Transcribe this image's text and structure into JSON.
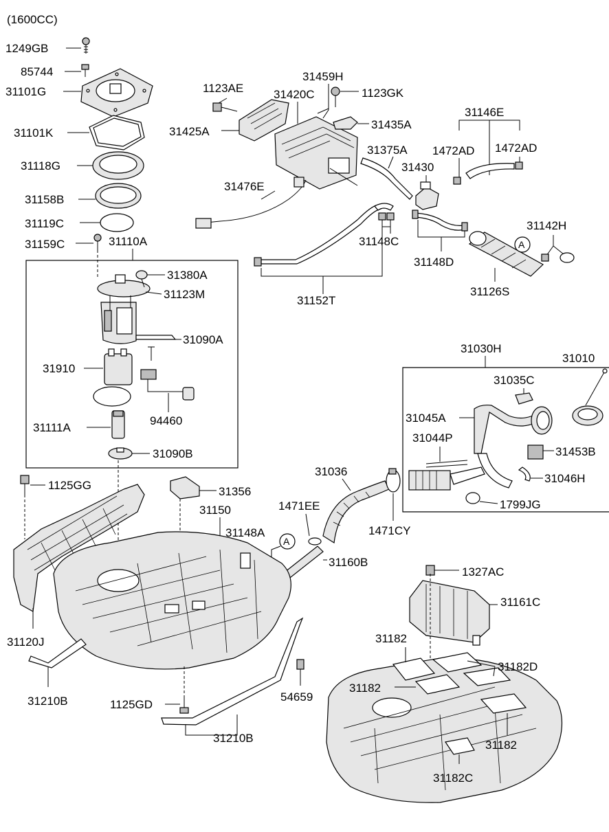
{
  "header": {
    "engine": "(1600CC)"
  },
  "labels": {
    "p1249GB": "1249GB",
    "p85744": "85744",
    "p31101G": "31101G",
    "p31101K": "31101K",
    "p31118G": "31118G",
    "p31158B": "31158B",
    "p31119C": "31119C",
    "p31159C": "31159C",
    "p31110A": "31110A",
    "p31380A": "31380A",
    "p31123M": "31123M",
    "p31090A": "31090A",
    "p31910": "31910",
    "p94460": "94460",
    "p31111A": "31111A",
    "p31090B": "31090B",
    "p1123AE": "1123AE",
    "p31420C": "31420C",
    "p31459H": "31459H",
    "p1123GK": "1123GK",
    "p31425A": "31425A",
    "p31435A": "31435A",
    "p31146E": "31146E",
    "p31375A": "31375A",
    "p31430": "31430",
    "p1472AD_a": "1472AD",
    "p1472AD_b": "1472AD",
    "p31476E": "31476E",
    "p31148C": "31148C",
    "p31142H": "31142H",
    "p31148D": "31148D",
    "p31126S": "31126S",
    "p31152T": "31152T",
    "calloutA1": "A",
    "calloutA2": "A",
    "p31030H": "31030H",
    "p31010": "31010",
    "p31035C": "31035C",
    "p31045A": "31045A",
    "p31044P": "31044P",
    "p31453B": "31453B",
    "p31046H": "31046H",
    "p1799JG": "1799JG",
    "p31036": "31036",
    "p1125GG": "1125GG",
    "p31356": "31356",
    "p31150": "31150",
    "p1471EE": "1471EE",
    "p1471CY": "1471CY",
    "p31148A": "31148A",
    "p31160B": "31160B",
    "p31120J": "31120J",
    "p31210B_a": "31210B",
    "p1125GD": "1125GD",
    "p54659": "54659",
    "p31210B_b": "31210B",
    "p1327AC": "1327AC",
    "p31161C": "31161C",
    "p31182_a": "31182",
    "p31182D": "31182D",
    "p31182_b": "31182",
    "p31182_c": "31182",
    "p31182C": "31182C"
  }
}
